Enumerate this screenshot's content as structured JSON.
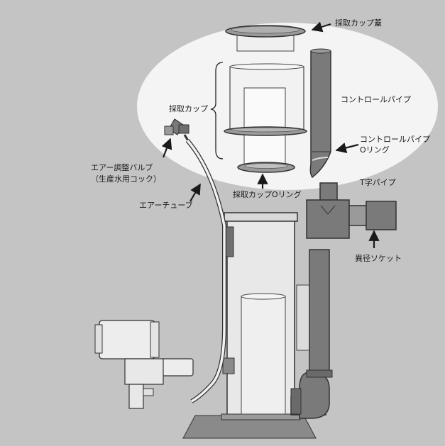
{
  "labels": {
    "cup_lid": "採取カップ蓋",
    "control_pipe": "コントロールパイプ",
    "control_pipe_oring_1": "コントロールパイプ",
    "control_pipe_oring_2": "Oリング",
    "collection_cup": "採取カップ",
    "air_valve_1": "エアー調整バルブ",
    "air_valve_2": "（生産水用コック）",
    "air_tube": "エアーチューブ",
    "cup_oring": "採取カップOリング",
    "t_pipe": "T字パイプ",
    "reducer_socket": "異径ソケット"
  },
  "colors": {
    "background": "#c4c4c4",
    "highlight": "#f4f4f4",
    "part_light": "#ececec",
    "part_mid": "#8a8a8a",
    "part_dark": "#6f6f6f",
    "outline": "#333333"
  }
}
